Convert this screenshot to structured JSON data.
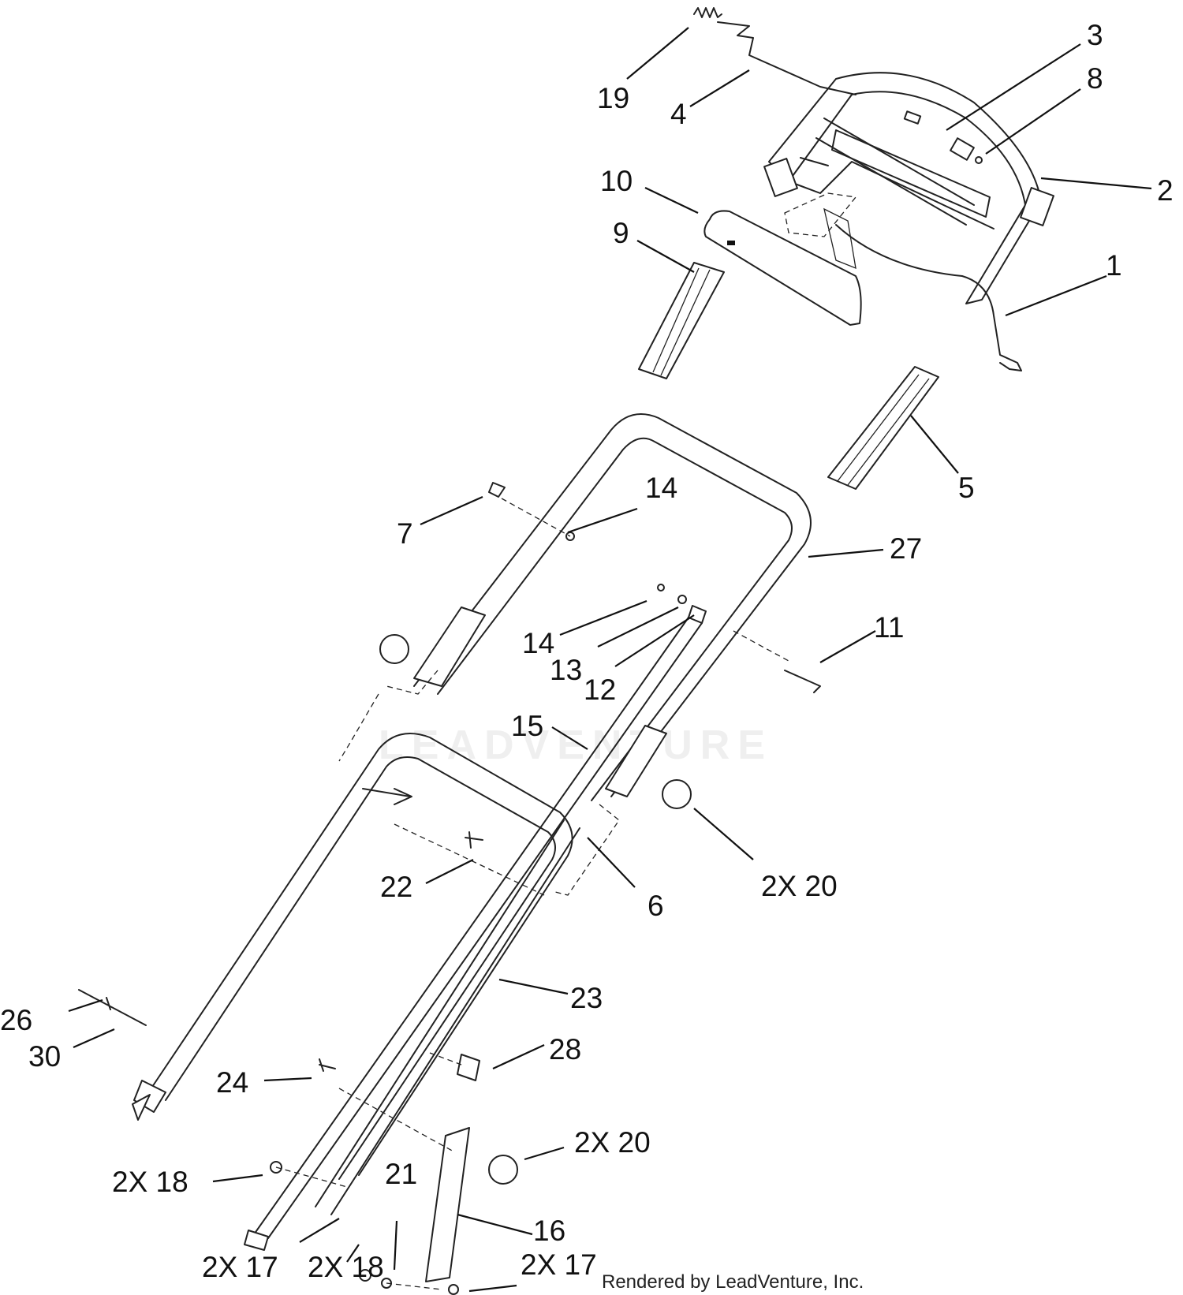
{
  "diagram": {
    "watermark_text": "LEADVENTURE",
    "credit_text": "Rendered by LeadVenture, Inc.",
    "callouts": {
      "c19": "19",
      "c4": "4",
      "c3": "3",
      "c8": "8",
      "c2": "2",
      "c10": "10",
      "c9": "9",
      "c1": "1",
      "c5": "5",
      "c14a": "14",
      "c7": "7",
      "c27": "27",
      "c11": "11",
      "c14b": "14",
      "c13": "13",
      "c12": "12",
      "c15": "15",
      "c20a": "2X 20",
      "c22": "22",
      "c6": "6",
      "c23": "23",
      "c26": "26",
      "c30": "30",
      "c28": "28",
      "c24": "24",
      "c20b": "2X 20",
      "c18a": "2X 18",
      "c21": "21",
      "c16": "16",
      "c17a": "2X 17",
      "c18b": "2X 18",
      "c17b": "2X 17"
    }
  }
}
